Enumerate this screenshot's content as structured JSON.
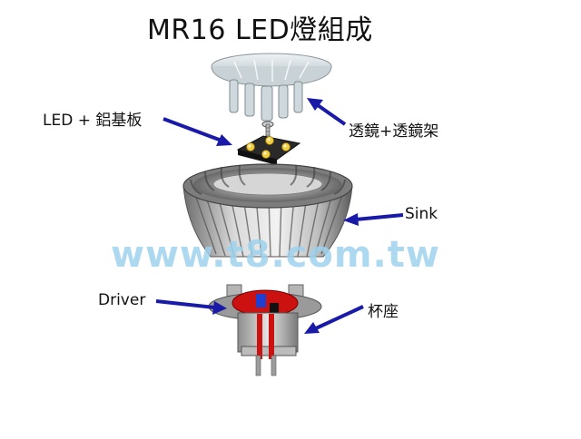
{
  "title": "MR16 LED燈組成",
  "labels": {
    "led_board": "LED + 鋁基板",
    "lens": "透鏡+透鏡架",
    "sink": "Sink",
    "driver": "Driver",
    "base": "杯座"
  },
  "watermark": "www.t8.com.tw",
  "colors": {
    "arrow": "#1a1aa8",
    "watermark": "#9fd3ee",
    "driver_board": "#cc1111"
  }
}
